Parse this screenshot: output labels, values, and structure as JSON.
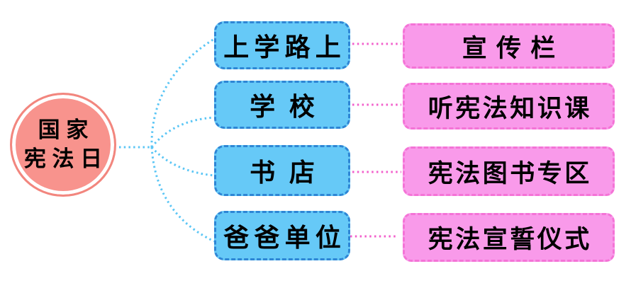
{
  "diagram": {
    "title": "国家宪法日 mind map",
    "root": {
      "label": "国家宪法日",
      "label_line1": "国家",
      "label_line2": "宪法日"
    },
    "branches": [
      {
        "label": "上学路上",
        "leaf": "宣传栏"
      },
      {
        "label": "学校",
        "leaf": "听宪法知识课"
      },
      {
        "label": "书店",
        "leaf": "宪法图书专区"
      },
      {
        "label": "爸爸单位",
        "leaf": "宪法宣誓仪式"
      }
    ],
    "colors": {
      "background": "#FFFFFF",
      "root_fill": "#F8938D",
      "root_outline": "#F2867E",
      "root_inner_ring": "#FFFFFF",
      "branch_fill": "#66C9F7",
      "branch_border": "#2E86D5",
      "leaf_fill": "#F99AEA",
      "leaf_border": "#F473D6",
      "connector_left": "#5BC6F5",
      "connector_right": "#F25FCB",
      "text": "#000000"
    }
  }
}
